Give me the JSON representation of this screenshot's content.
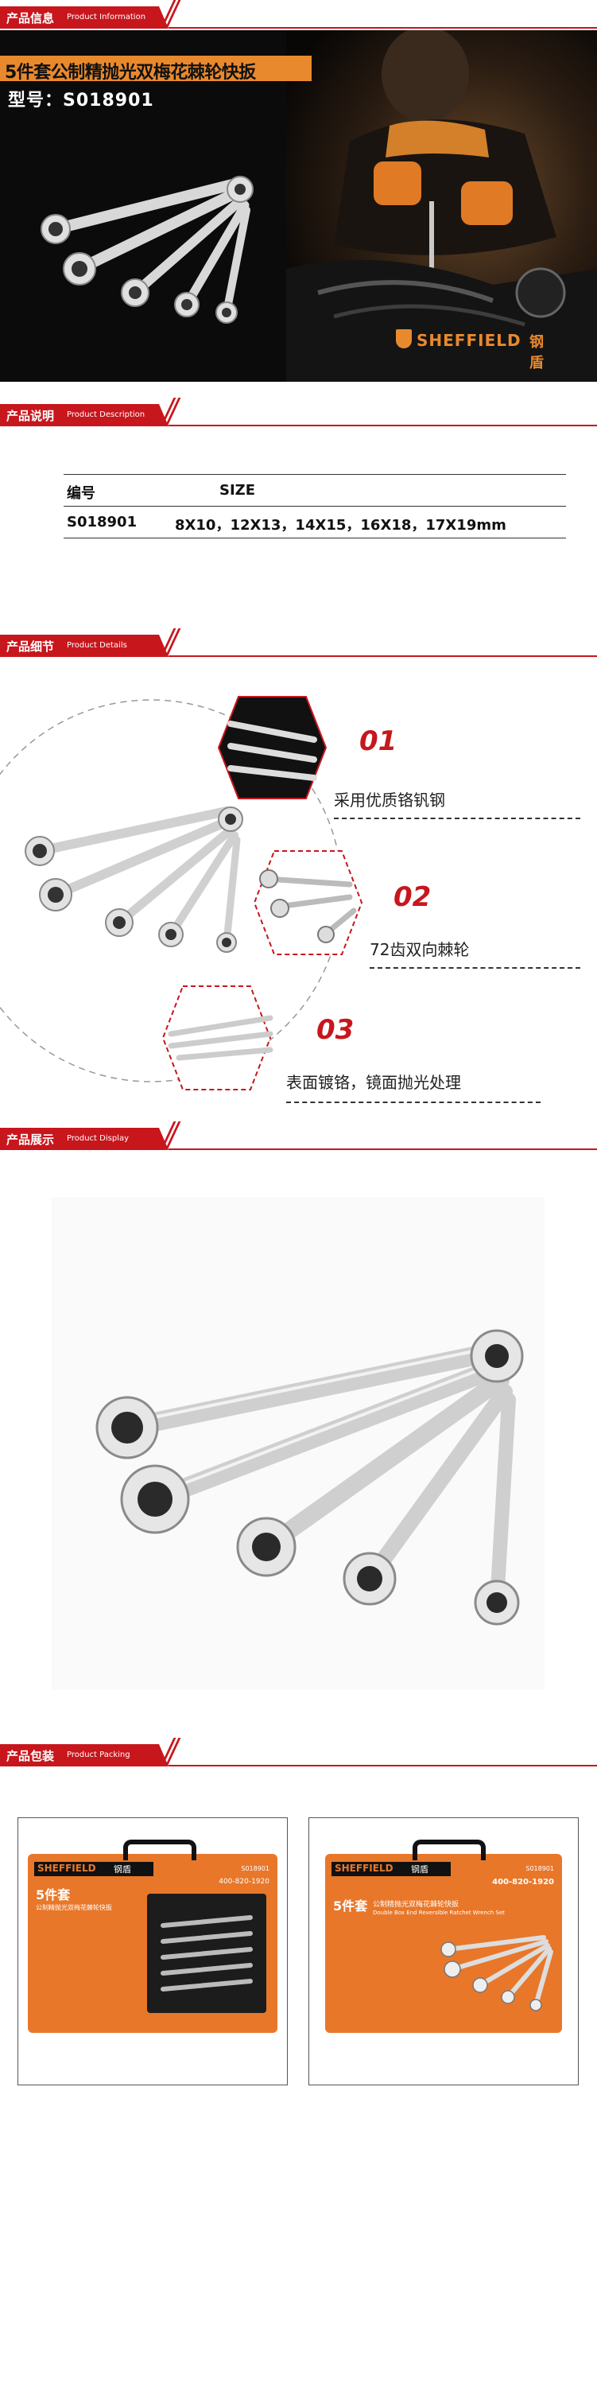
{
  "sections": {
    "info": {
      "zh": "产品信息",
      "en": "Product Information"
    },
    "description": {
      "zh": "产品说明",
      "en": "Product Description"
    },
    "details": {
      "zh": "产品细节",
      "en": "Product Details"
    },
    "display": {
      "zh": "产品展示",
      "en": "Product Display"
    },
    "packing": {
      "zh": "产品包装",
      "en": "Product Packing"
    }
  },
  "hero": {
    "title": "5件套公制精抛光双梅花棘轮快扳",
    "model": "型号：S018901",
    "brand": "SHEFFIELD",
    "brand_cn": "钢盾"
  },
  "spec_table": {
    "headers": [
      "编号",
      "SIZE"
    ],
    "row": [
      "S018901",
      "8X10，12X13，14X15，16X18，17X19mm"
    ]
  },
  "features": [
    {
      "num": "01",
      "text": "采用优质铬钒钢"
    },
    {
      "num": "02",
      "text": "72齿双向棘轮"
    },
    {
      "num": "03",
      "text": "表面镀铬，镜面抛光处理"
    }
  ],
  "packing": {
    "box_brand": "SHEFFIELD",
    "box_brand_cn": "钢盾",
    "box_title": "5件套",
    "box_subtitle": "公制精抛光双梅花棘轮快扳",
    "box_en": "Double Box End Reversible Ratchet Wrench Set",
    "box_phone": "400-820-1920",
    "box_code": "S018901"
  },
  "colors": {
    "accent_red": "#c8161d",
    "brand_orange": "#e9892e"
  }
}
